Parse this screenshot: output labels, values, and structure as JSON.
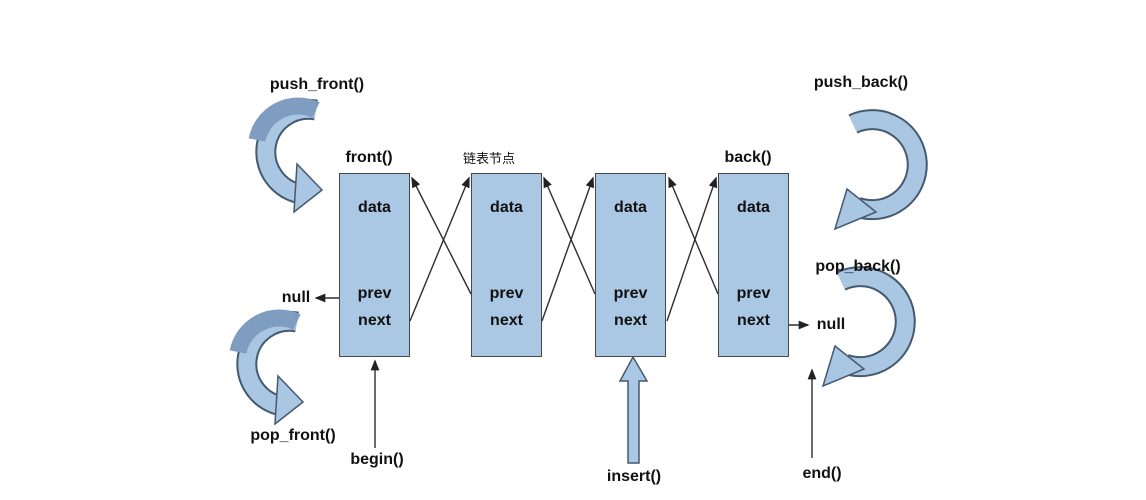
{
  "nodes": [
    {
      "label": "front()",
      "data": "data",
      "prev": "prev",
      "next": "next"
    },
    {
      "label": "链表节点",
      "data": "data",
      "prev": "prev",
      "next": "next"
    },
    {
      "label": "",
      "data": "data",
      "prev": "prev",
      "next": "next"
    },
    {
      "label": "back()",
      "data": "data",
      "prev": "prev",
      "next": "next"
    }
  ],
  "operations": {
    "push_front": "push_front()",
    "pop_front": "pop_front()",
    "push_back": "push_back()",
    "pop_back": "pop_back()",
    "begin": "begin()",
    "end": "end()",
    "insert": "insert()"
  },
  "pointers": {
    "null_left": "null",
    "null_right": "null"
  },
  "colors": {
    "node_fill": "#aac7e4",
    "node_border": "#474747",
    "arrow_fill": "#a9c6e3",
    "arrow_fill_dark": "#7e9dc1",
    "arrow_outline": "#45596f",
    "connector": "#2e2e2e",
    "text": "#111111",
    "background": "#ffffff"
  }
}
